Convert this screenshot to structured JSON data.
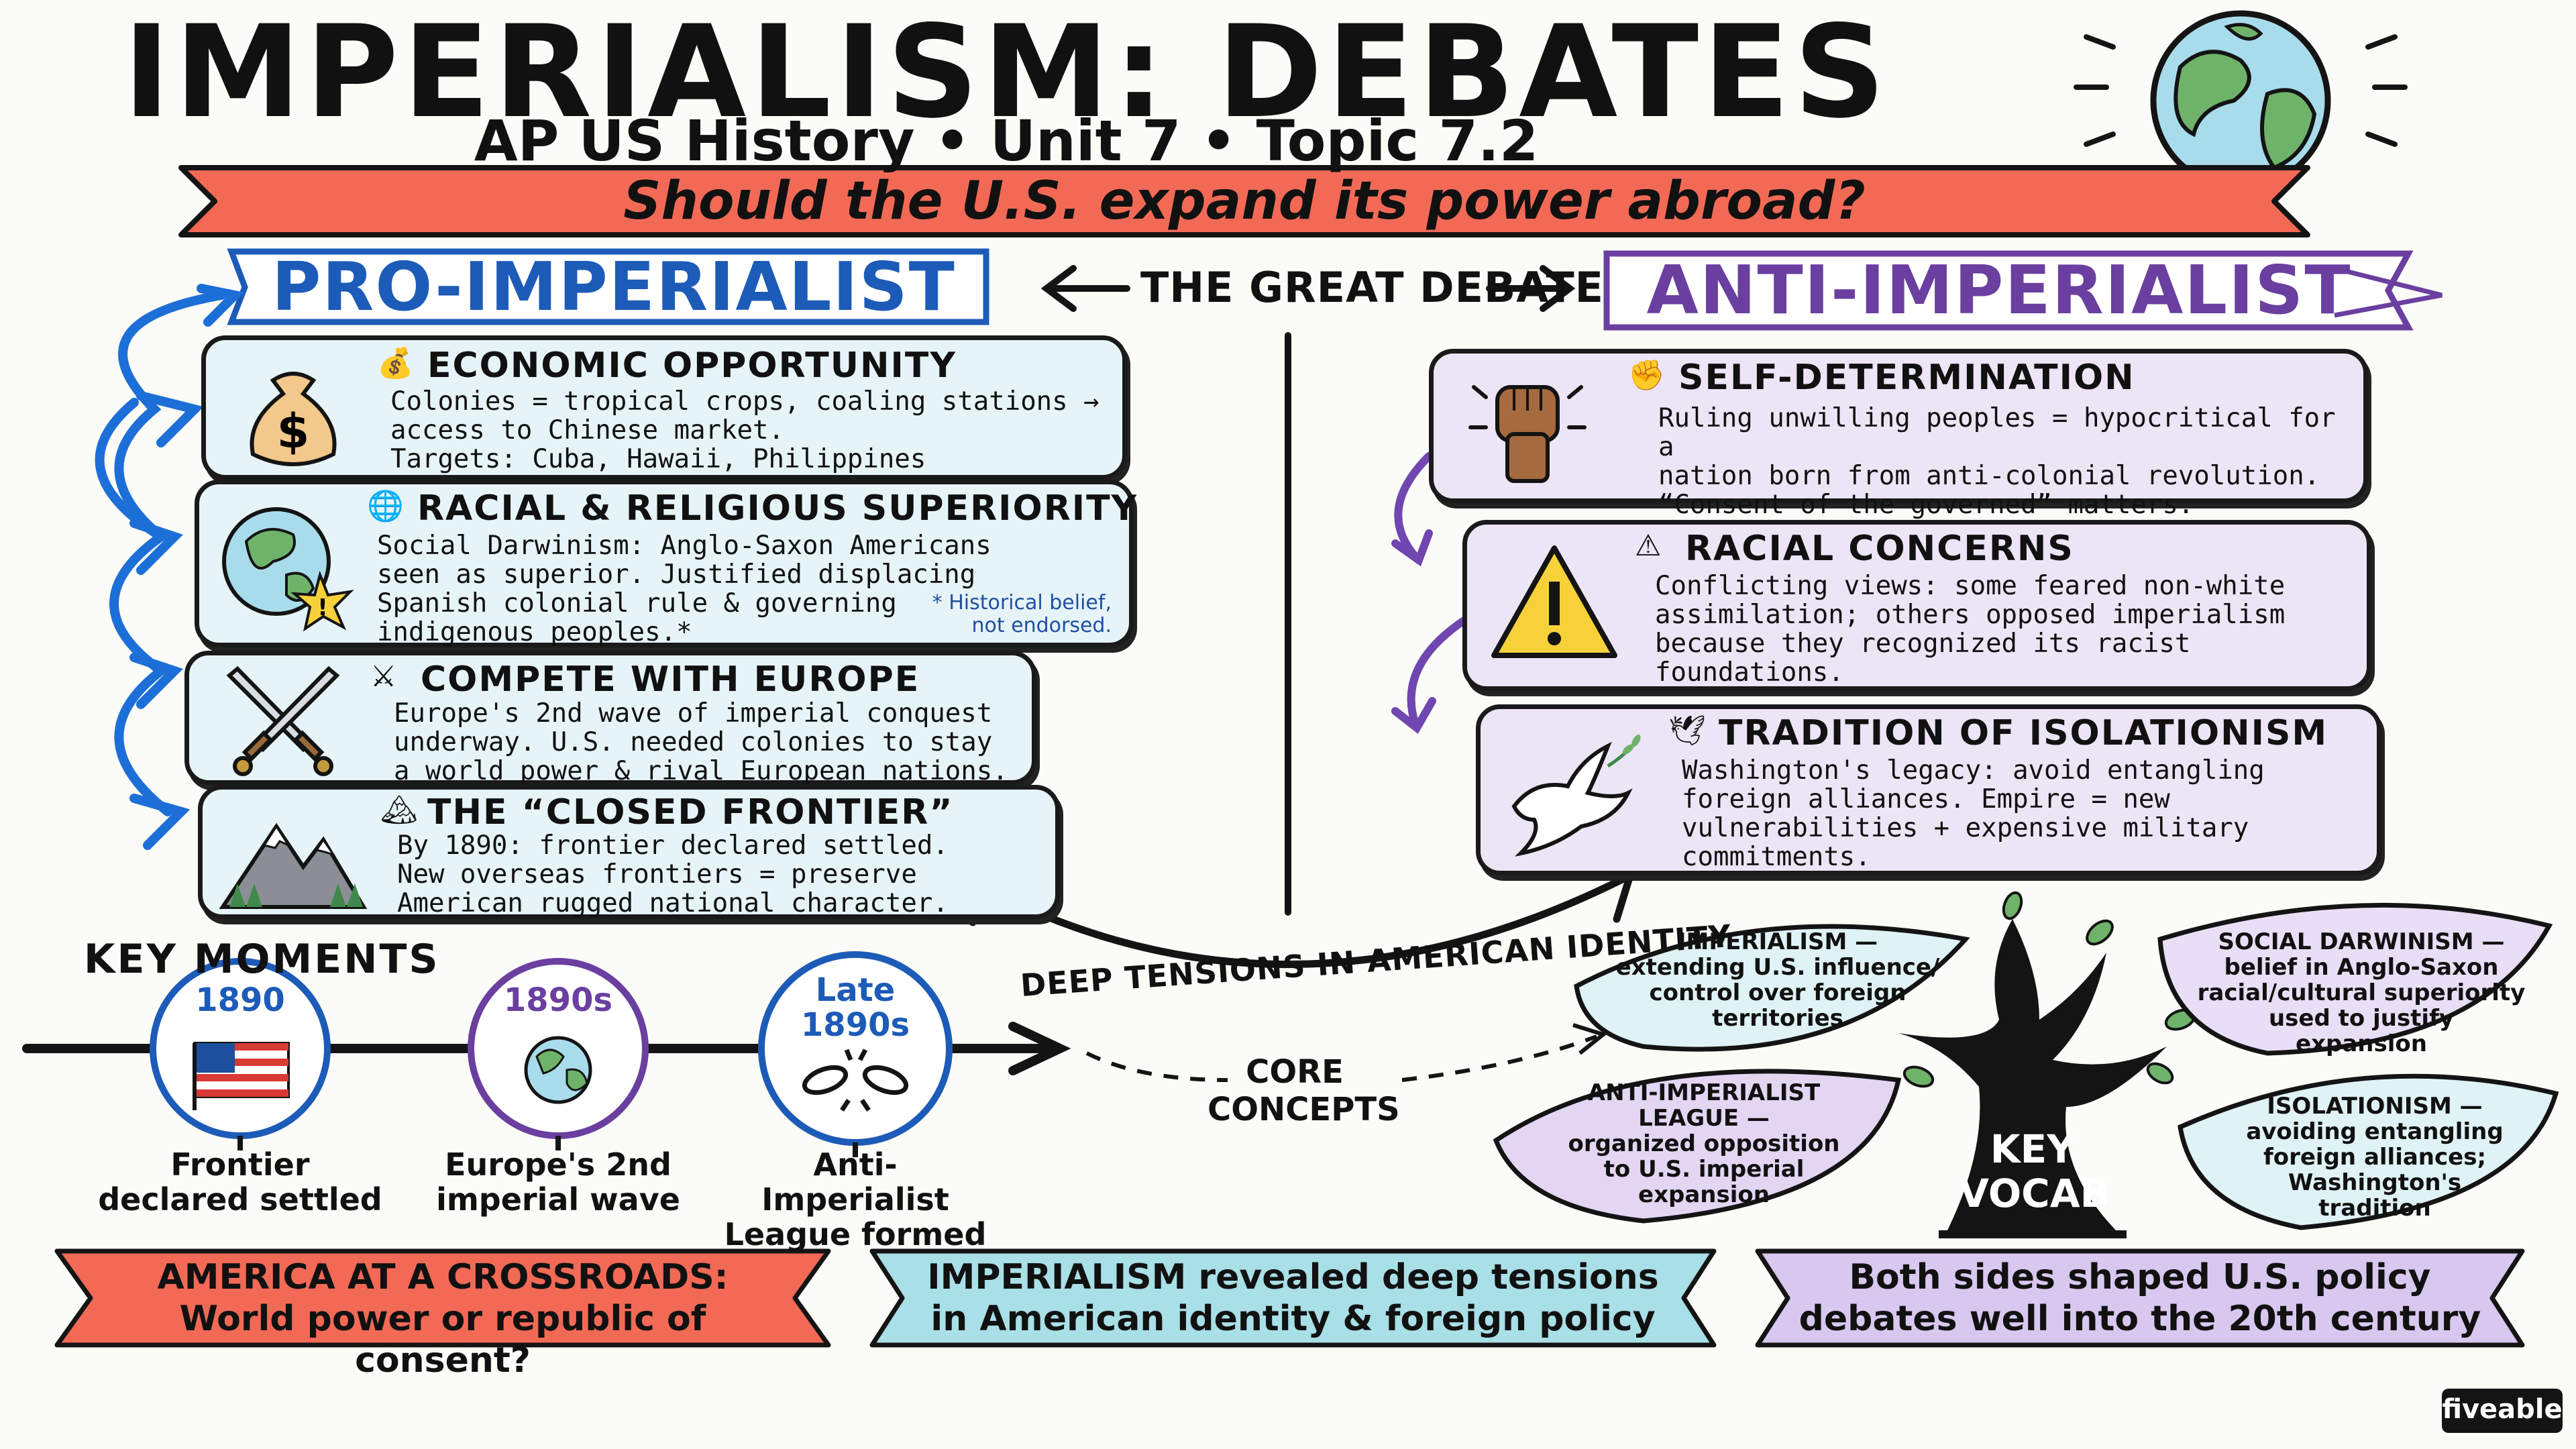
{
  "header": {
    "title": "IMPERIALISM: DEBATES",
    "subtitle": "AP US History • Unit 7 • Topic 7.2",
    "question": "Should the U.S. expand its power abroad?"
  },
  "sides": {
    "pro_title": "PRO-IMPERIALIST",
    "anti_title": "ANTI-IMPERIALIST",
    "debate_label": "THE GREAT DEBATE"
  },
  "pro_cards": [
    {
      "title": "ECONOMIC OPPORTUNITY",
      "text": "Colonies = tropical crops, coaling stations →\naccess to Chinese market.\nTargets: Cuba, Hawaii, Philippines",
      "icon": "money-bag-icon"
    },
    {
      "title": "RACIAL & RELIGIOUS SUPERIORITY",
      "text": "Social Darwinism: Anglo-Saxon Americans\nseen as superior. Justified displacing\nSpanish colonial rule & governing\nindigenous peoples.*",
      "note": "* Historical belief,\nnot endorsed.",
      "icon": "globe-warning-icon"
    },
    {
      "title": "COMPETE WITH EUROPE",
      "text": "Europe's 2nd wave of imperial conquest\nunderway. U.S. needed colonies to stay\na world power & rival European nations.",
      "icon": "crossed-swords-icon"
    },
    {
      "title": "THE “CLOSED FRONTIER”",
      "text": "By 1890: frontier declared settled.\nNew overseas frontiers = preserve\nAmerican rugged national character.",
      "icon": "mountains-icon"
    }
  ],
  "anti_cards": [
    {
      "title": "SELF-DETERMINATION",
      "text": "Ruling unwilling peoples = hypocritical for a\nnation born from anti-colonial revolution.\n“Consent of the governed” matters.",
      "icon": "raised-fist-icon"
    },
    {
      "title": "RACIAL CONCERNS",
      "text": "Conflicting views: some feared non-white\nassimilation; others opposed imperialism\nbecause they recognized its racist\nfoundations.",
      "icon": "warning-icon"
    },
    {
      "title": "TRADITION OF ISOLATIONISM",
      "text": "Washington's legacy: avoid entangling\nforeign alliances. Empire = new\nvulnerabilities + expensive military\ncommitments.",
      "icon": "dove-icon"
    }
  ],
  "tension_label": "DEEP TENSIONS IN AMERICAN IDENTITY",
  "timeline": {
    "title": "KEY MOMENTS",
    "items": [
      {
        "year": "1890",
        "label": "Frontier\ndeclared settled",
        "icon": "us-flag-icon",
        "color": "#1d5bb8"
      },
      {
        "year": "1890s",
        "label": "Europe's 2nd\nimperial wave",
        "icon": "globe-icon",
        "color": "#6a3fa0"
      },
      {
        "year": "Late\n1890s",
        "label": "Anti-Imperialist\nLeague formed",
        "icon": "broken-chain-icon",
        "color": "#1d5bb8"
      }
    ]
  },
  "core_concepts": "CORE\nCONCEPTS",
  "vocab": {
    "trunk_label": "KEY\nVOCAB",
    "leaves": [
      {
        "text": "IMPERIALISM —\nextending U.S. influence/\ncontrol over foreign\nterritories",
        "color": "#dff2f5"
      },
      {
        "text": "SOCIAL DARWINISM —\nbelief in Anglo-Saxon\nracial/cultural superiority\nused to justify\nexpansion",
        "color": "#e8def5"
      },
      {
        "text": "ANTI-IMPERIALIST\nLEAGUE —\norganized opposition\nto U.S. imperial\nexpansion",
        "color": "#e3d6f3"
      },
      {
        "text": "ISOLATIONISM —\navoiding entangling\nforeign alliances;\nWashington's\ntradition",
        "color": "#dff2f5"
      }
    ]
  },
  "bottom": [
    {
      "text": "AMERICA AT A CROSSROADS:\nWorld power or republic of consent?",
      "color": "#f26a56"
    },
    {
      "text": "IMPERIALISM revealed deep tensions\nin American identity & foreign policy",
      "color": "#a9dfe6"
    },
    {
      "text": "Both sides shaped U.S. policy\ndebates well into the 20th century",
      "color": "#d8c8ef"
    }
  ],
  "brand": "fiveable"
}
